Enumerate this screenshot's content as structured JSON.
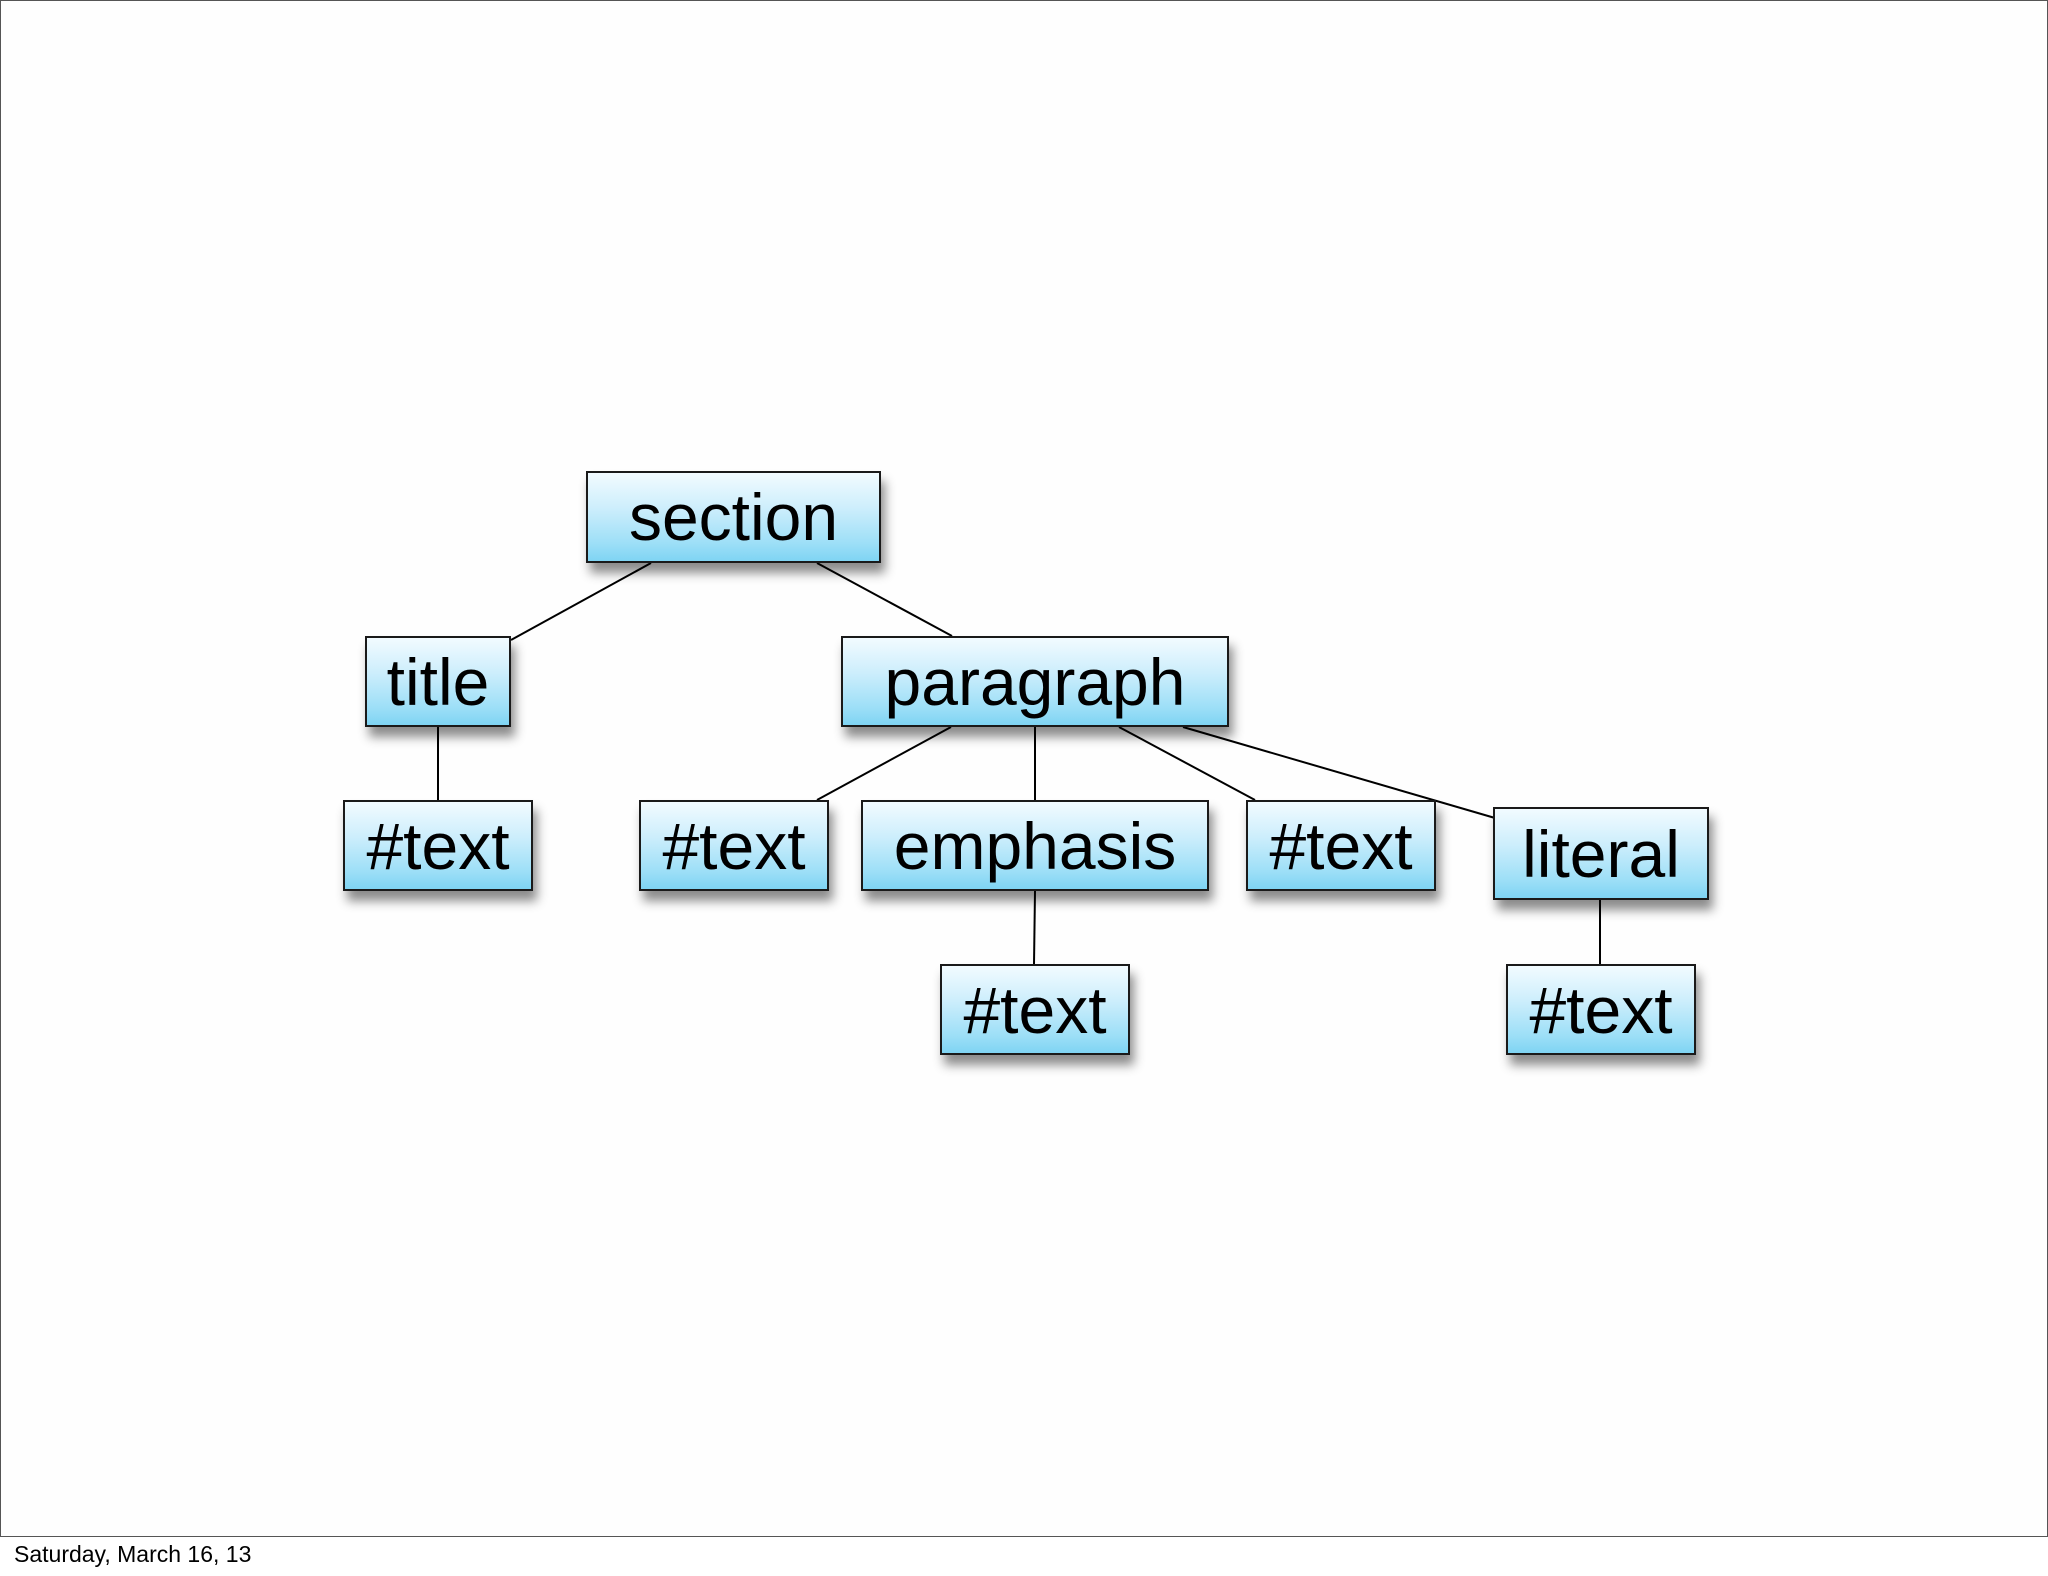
{
  "diagram": {
    "nodes": {
      "section": "section",
      "title": "title",
      "title_text": "#text",
      "paragraph": "paragraph",
      "para_text_1": "#text",
      "emphasis": "emphasis",
      "para_text_2": "#text",
      "literal": "literal",
      "emphasis_text": "#text",
      "literal_text": "#text"
    },
    "edges": [
      [
        "section",
        "title"
      ],
      [
        "section",
        "paragraph"
      ],
      [
        "title",
        "title_text"
      ],
      [
        "paragraph",
        "para_text_1"
      ],
      [
        "paragraph",
        "emphasis"
      ],
      [
        "paragraph",
        "para_text_2"
      ],
      [
        "paragraph",
        "literal"
      ],
      [
        "emphasis",
        "emphasis_text"
      ],
      [
        "literal",
        "literal_text"
      ]
    ],
    "colors": {
      "node_fill_top": "#f2fbff",
      "node_fill_bottom": "#7fd4f3",
      "node_border": "#1a1a1a",
      "edge": "#000000"
    }
  },
  "footer": {
    "date": "Saturday, March 16, 13"
  }
}
